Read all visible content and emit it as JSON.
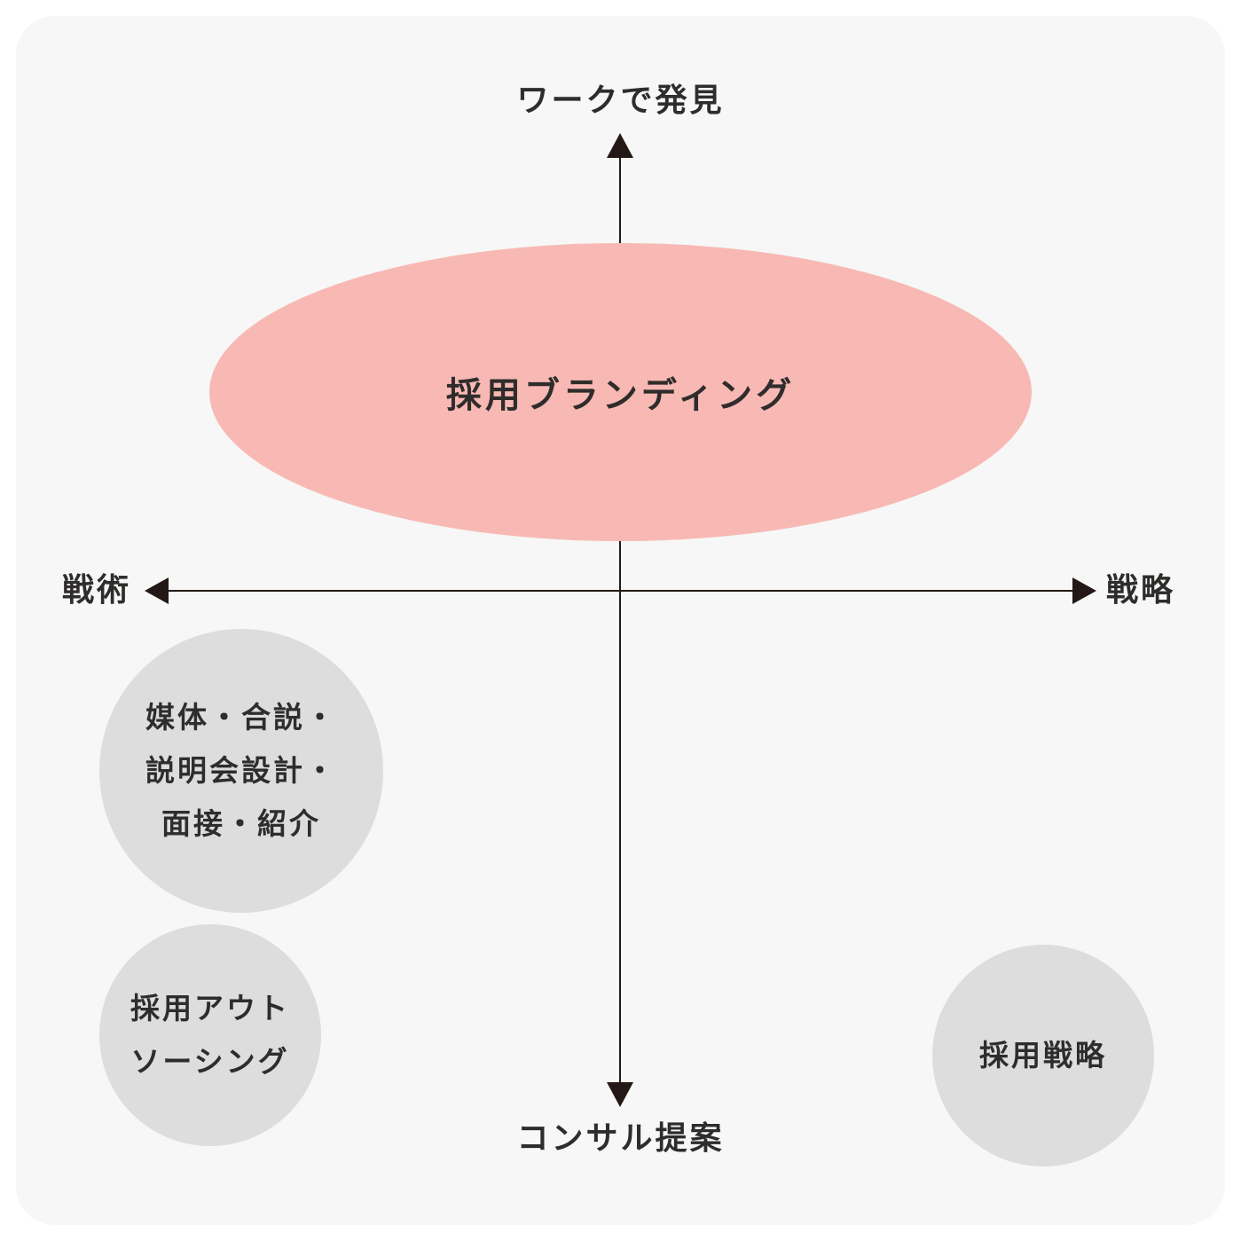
{
  "axes": {
    "top": "ワークで発見",
    "bottom": "コンサル提案",
    "left": "戦術",
    "right": "戦略"
  },
  "highlight": {
    "label": "採用ブランディング",
    "color": "#f8b9b4"
  },
  "bubbles": [
    {
      "lines": [
        "媒体・合説・",
        "説明会設計・",
        "面接・紹介"
      ]
    },
    {
      "lines": [
        "採用アウト",
        "ソーシング"
      ]
    },
    {
      "lines": [
        "採用戦略"
      ]
    }
  ],
  "colors": {
    "panel": "#f6f7f6",
    "bubble": "#dcdddc",
    "axis": "#231815",
    "text": "#2f2d2c"
  }
}
